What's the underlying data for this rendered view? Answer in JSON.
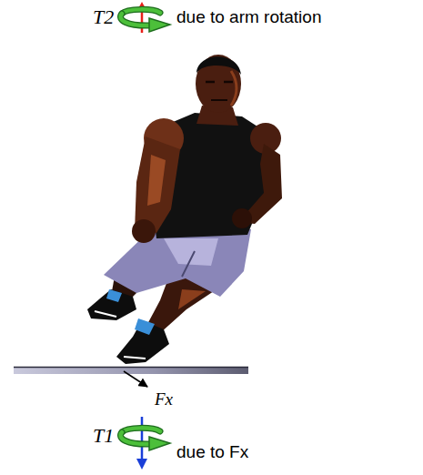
{
  "diagram": {
    "labels": [
      "T2",
      "due to arm rotation",
      "Fx",
      "T1",
      "due to Fx"
    ]
  }
}
